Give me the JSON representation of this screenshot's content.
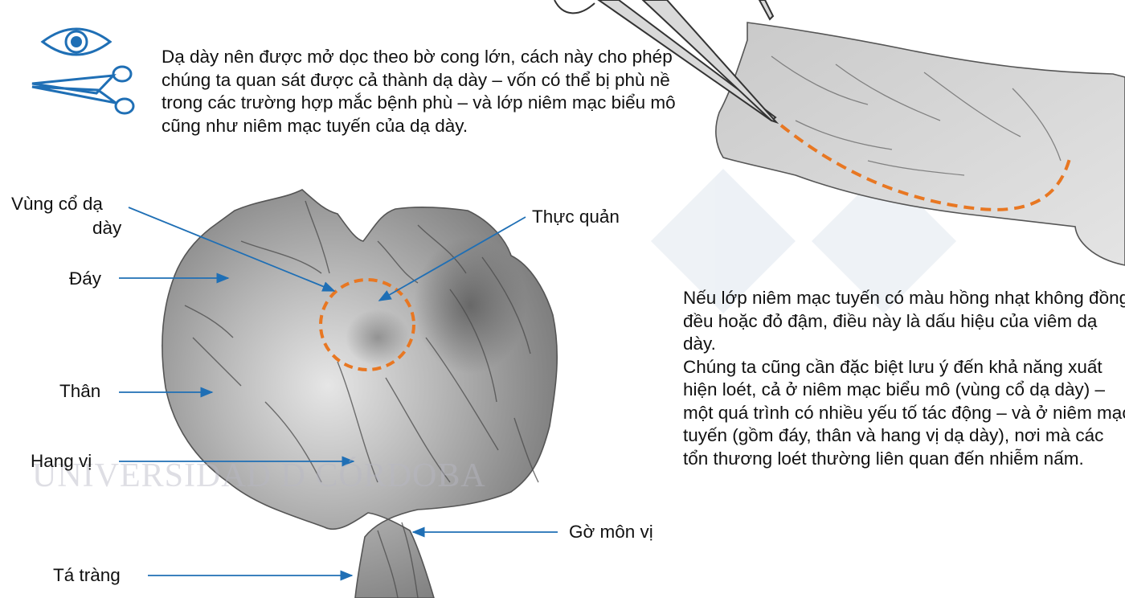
{
  "intro_text": "Dạ dày nên được mở dọc theo bờ cong lớn, cách này cho phép chúng ta quan sát được cả thành dạ dày – vốn có thể bị phù nề trong các trường hợp mắc bệnh phù – và lớp niêm mạc biểu mô cũng như niêm mạc tuyến của dạ dày.",
  "side_text": {
    "para1": "Nếu lớp niêm mạc tuyến có màu hồng nhạt không đồng đều hoặc đỏ đậm, điều này là dấu hiệu của viêm dạ dày.",
    "para2": "Chúng ta cũng cần đặc biệt lưu ý đến khả năng xuất hiện loét, cả ở niêm mạc biểu mô (vùng cổ dạ dày) – một quá trình có nhiều yếu tố tác động – và ở niêm mạc tuyến (gồm đáy, thân và hang vị dạ dày), nơi mà các tổn thương loét thường liên quan đến nhiễm nấm."
  },
  "labels": {
    "vung_co_line1": "Vùng cổ dạ",
    "vung_co_line2": "dày",
    "day": "Đáy",
    "than": "Thân",
    "hang_vi": "Hang vị",
    "ta_trang": "Tá tràng",
    "thuc_quan": "Thực quản",
    "go_mon_vi": "Gờ môn vị"
  },
  "watermark": "UNIVERSIDAD D CÓRDOBA",
  "colors": {
    "arrow_blue": "#1f6fb5",
    "icon_blue": "#1f6fb5",
    "highlight_orange": "#e87722",
    "tissue_gray": "#9a9a9a"
  },
  "icons": [
    "eye-icon",
    "scissors-icon"
  ]
}
